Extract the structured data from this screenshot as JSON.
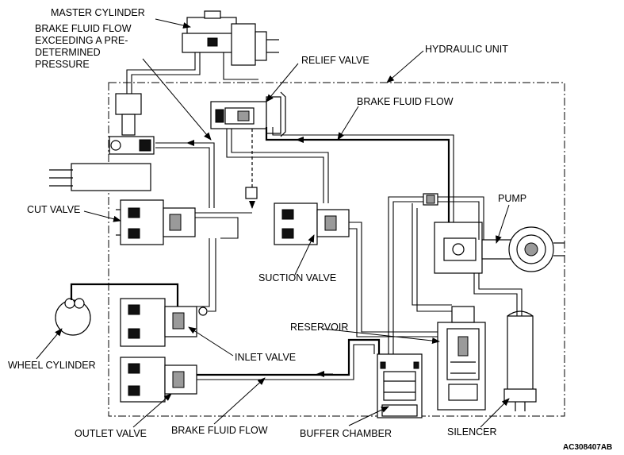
{
  "labels": {
    "master_cylinder": "MASTER CYLINDER",
    "brake_fluid_exceeding_line1": "BRAKE FLUID FLOW",
    "brake_fluid_exceeding_line2": "EXCEEDING A PRE-",
    "brake_fluid_exceeding_line3": "DETERMINED",
    "brake_fluid_exceeding_line4": "PRESSURE",
    "relief_valve": "RELIEF VALVE",
    "hydraulic_unit": "HYDRAULIC UNIT",
    "brake_fluid_flow_top": "BRAKE FLUID FLOW",
    "pump": "PUMP",
    "cut_valve": "CUT VALVE",
    "suction_valve": "SUCTION VALVE",
    "reservoir": "RESERVOIR",
    "wheel_cylinder": "WHEEL CYLINDER",
    "inlet_valve": "INLET VALVE",
    "outlet_valve": "OUTLET VALVE",
    "brake_fluid_flow_bottom": "BRAKE FLUID FLOW",
    "buffer_chamber": "BUFFER CHAMBER",
    "silencer": "SILENCER",
    "figure_code": "AC308407AB"
  }
}
